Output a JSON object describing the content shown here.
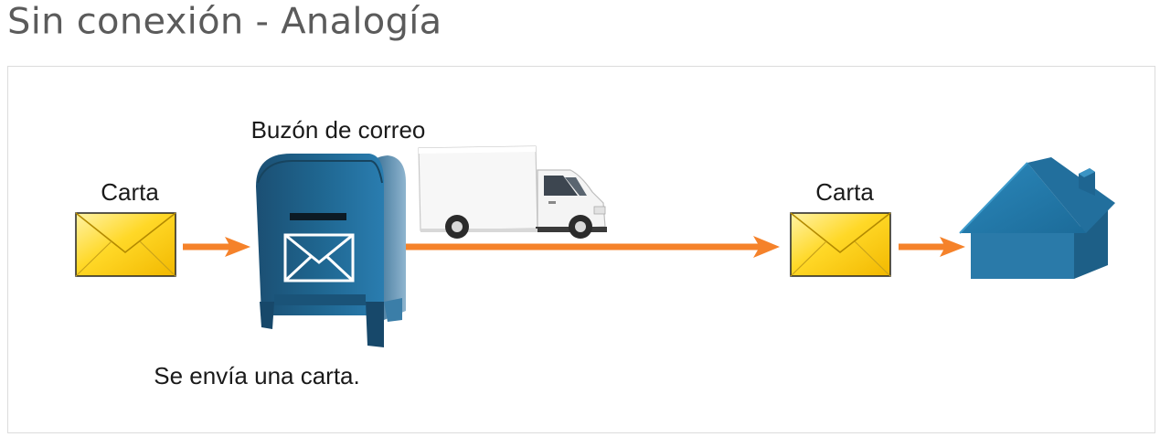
{
  "title": "Sin conexión - Analogía",
  "labels": {
    "letter_left": "Carta",
    "mailbox": "Buzón de correo",
    "letter_right": "Carta",
    "caption": "Se envía una carta."
  },
  "colors": {
    "arrow": "#f5822a",
    "envelope": "#ffd21f",
    "mailbox": "#1f5f87",
    "house": "#2579a8"
  },
  "icons": [
    "envelope-icon",
    "mailbox-icon",
    "delivery-truck-icon",
    "envelope-icon",
    "house-icon"
  ]
}
